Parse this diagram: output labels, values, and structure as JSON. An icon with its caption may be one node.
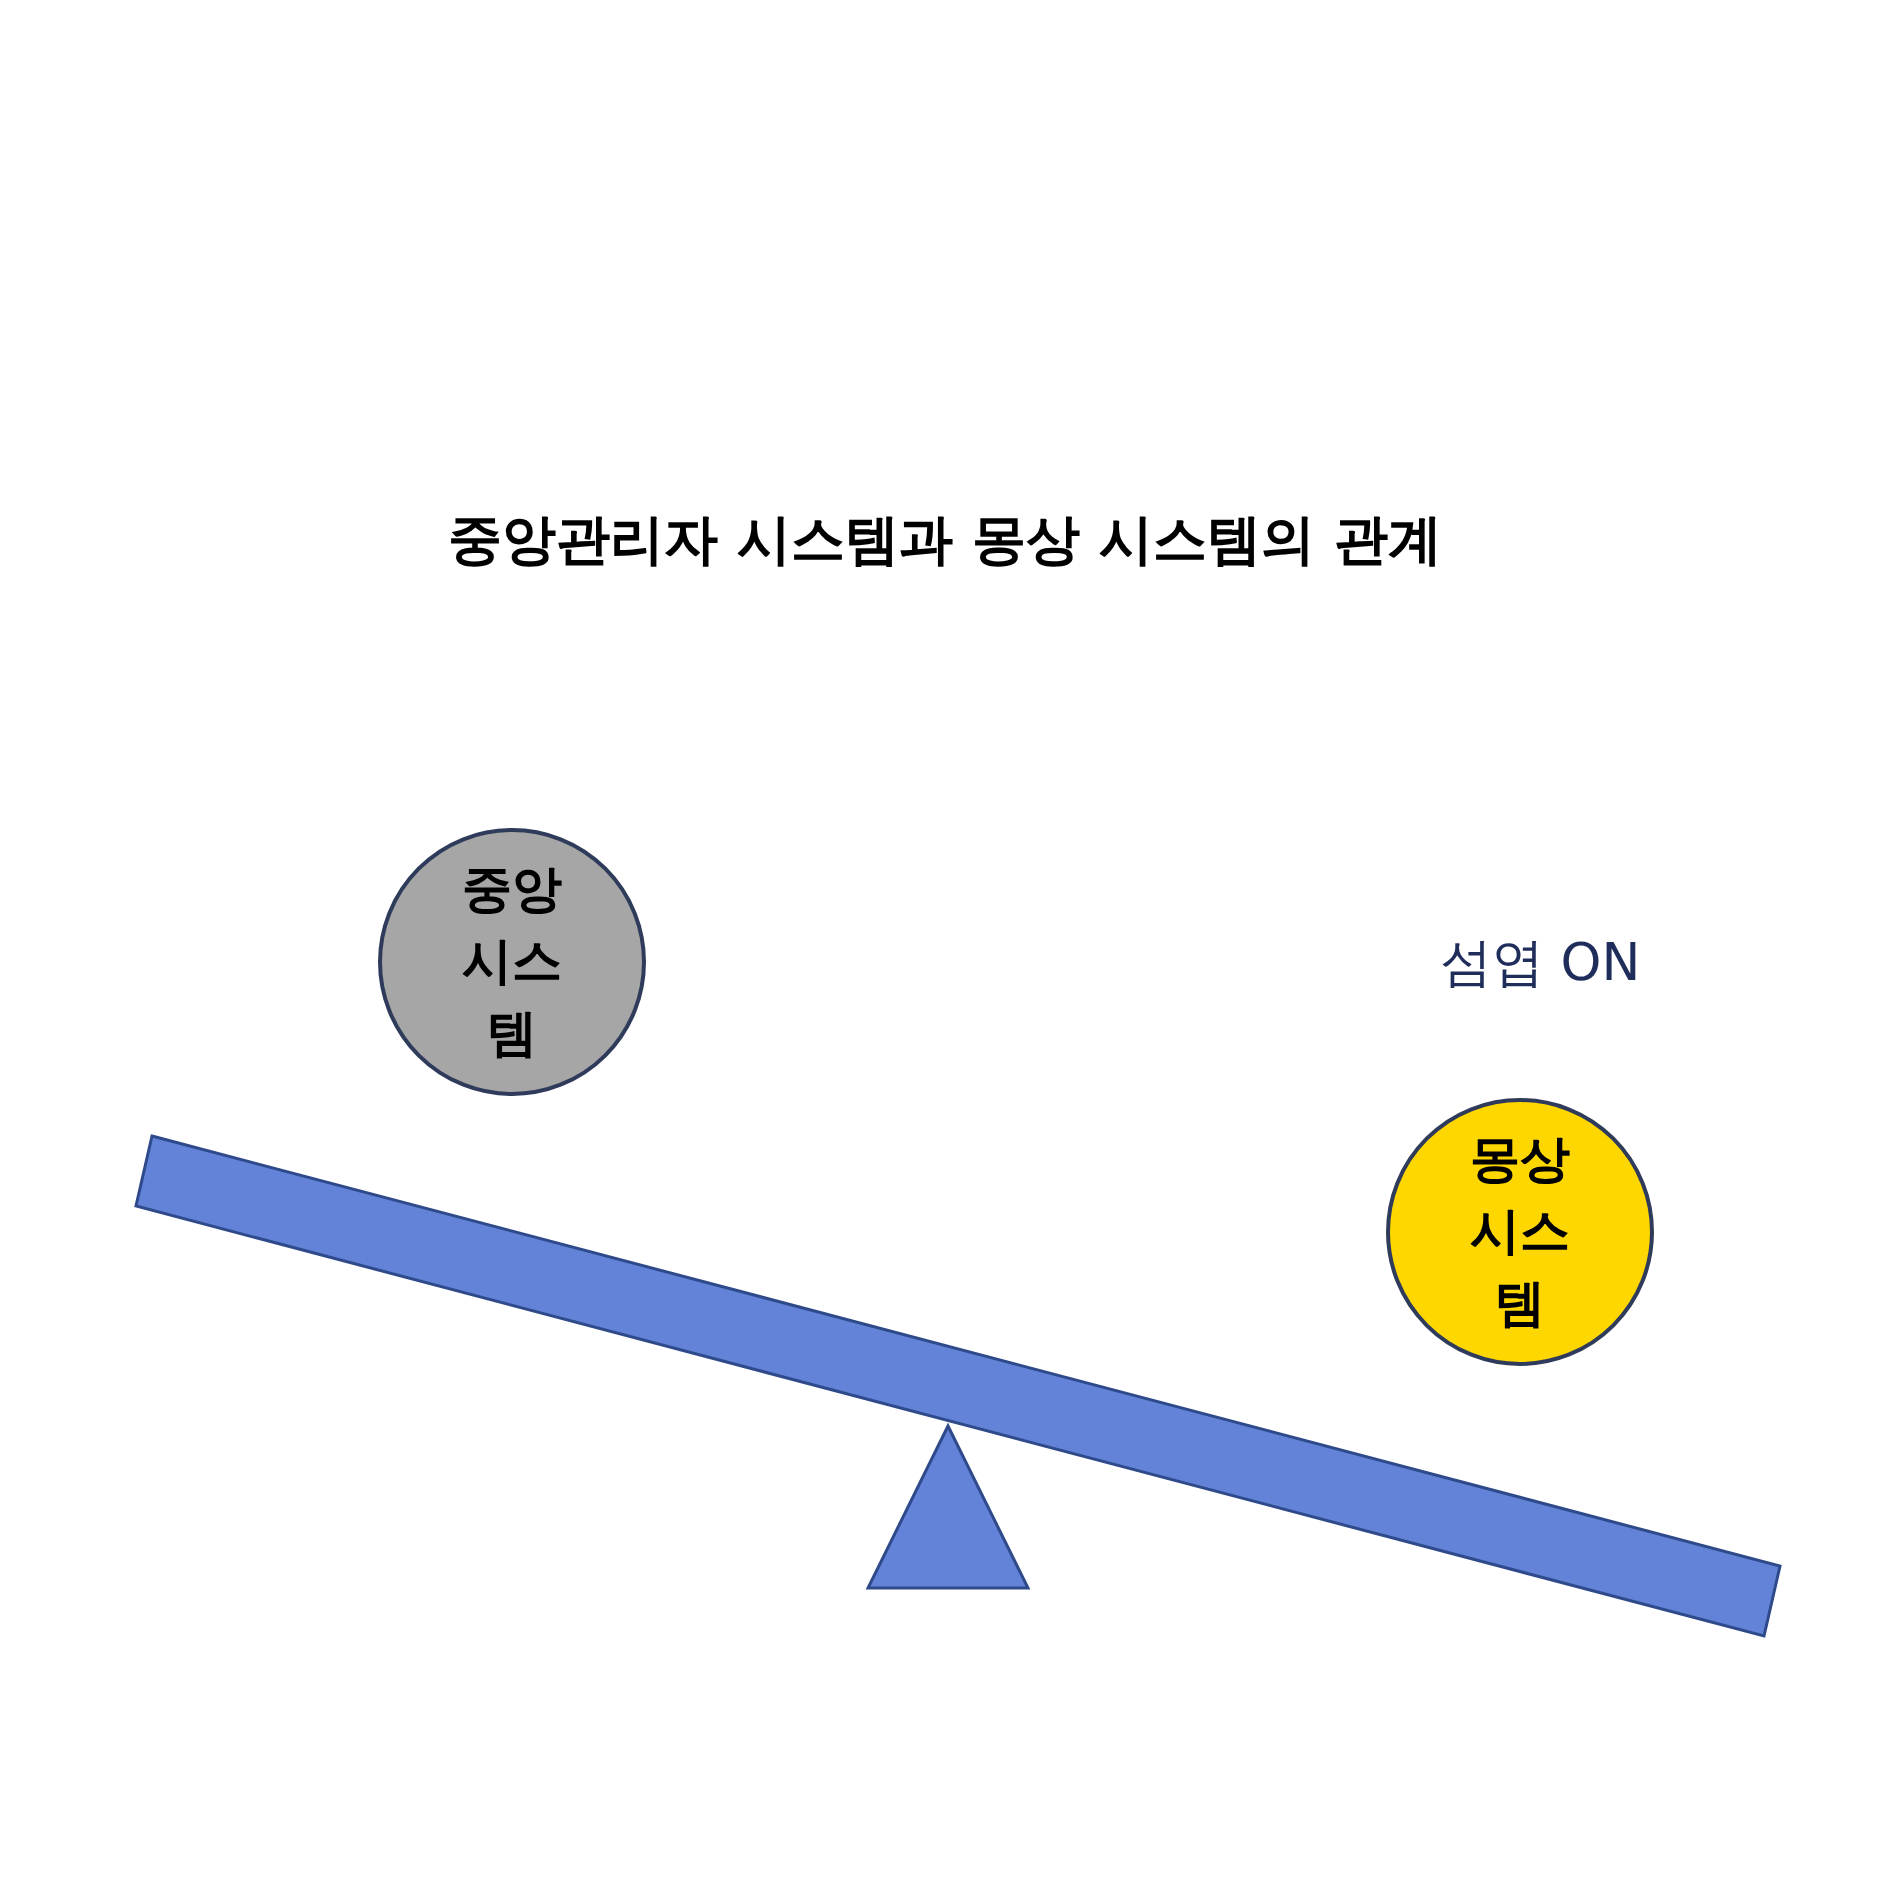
{
  "diagram": {
    "title": "중앙관리자 시스템과 몽상 시스템의 관계",
    "nodes": [
      {
        "text": [
          "중앙 시스템"
        ]
      },
      {
        "text": [
          "몽상 시스템"
        ]
      }
    ],
    "labels": [
      "섬엽 ON"
    ]
  }
}
